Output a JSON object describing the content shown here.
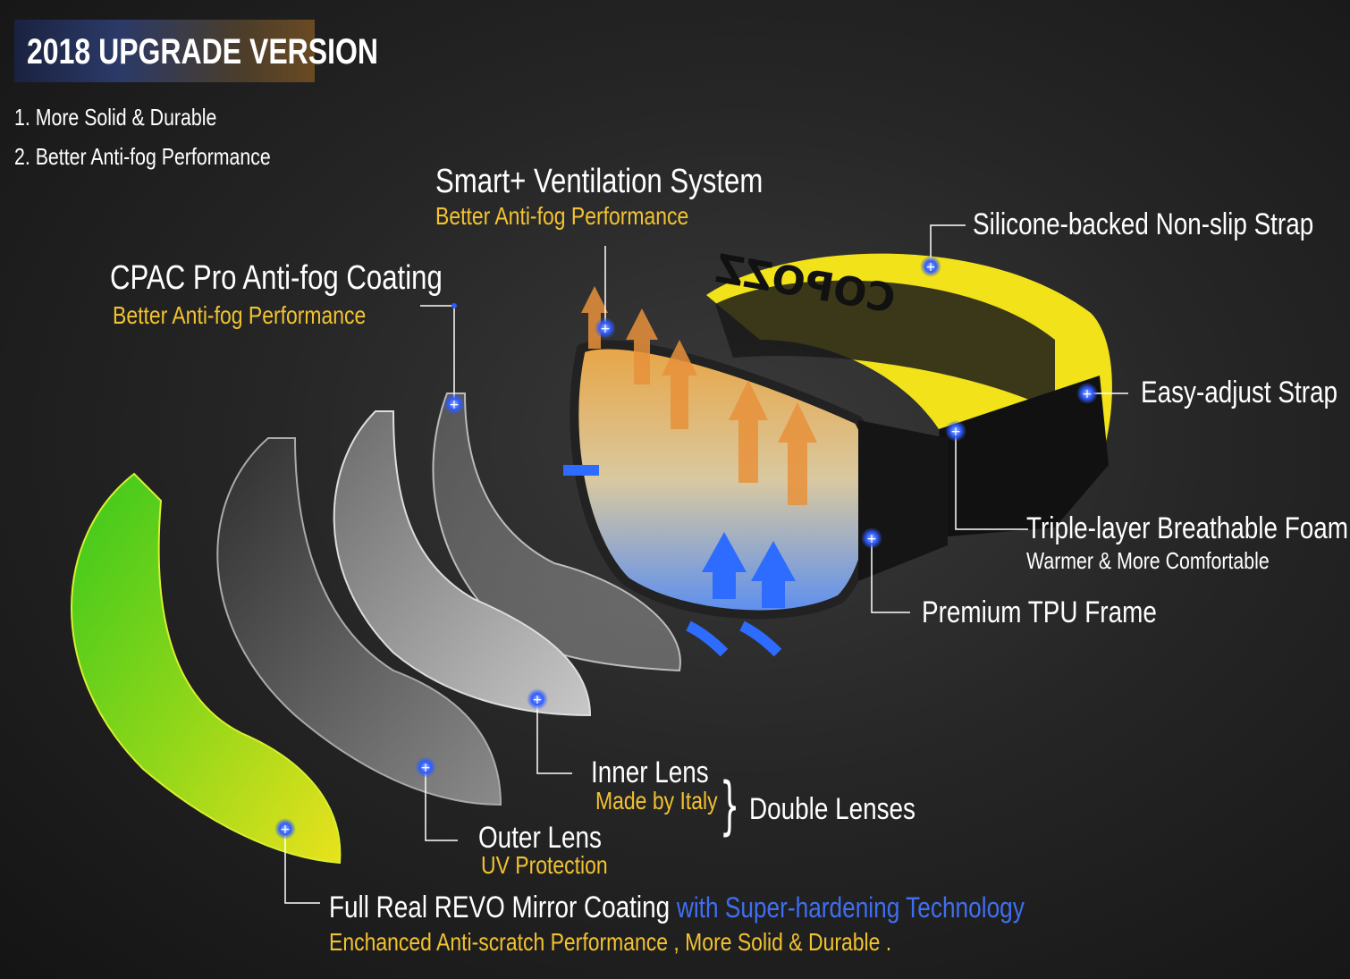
{
  "badge": {
    "title": "2018 UPGRADE VERSION"
  },
  "upgrades": [
    "1. More Solid & Durable",
    "2. Better Anti-fog Performance"
  ],
  "callouts": {
    "ventilation": {
      "title": "Smart+ Ventilation System",
      "sub": "Better Anti-fog Performance"
    },
    "cpac": {
      "title": "CPAC Pro Anti-fog Coating",
      "sub": "Better Anti-fog Performance"
    },
    "strap_silicone": {
      "title": "Silicone-backed Non-slip Strap"
    },
    "strap_adjust": {
      "title": "Easy-adjust Strap"
    },
    "foam": {
      "title": "Triple-layer Breathable Foam",
      "sub": "Warmer & More Comfortable"
    },
    "frame": {
      "title": "Premium TPU Frame"
    },
    "inner_lens": {
      "title": "Inner Lens",
      "sub": "Made by Italy"
    },
    "double_lenses": {
      "title": "Double Lenses"
    },
    "outer_lens": {
      "title": "Outer Lens",
      "sub": "UV Protection"
    },
    "revo": {
      "title": "Full Real REVO Mirror Coating",
      "title_highlight": "with Super-hardening Technology",
      "sub": "Enchanced Anti-scratch Performance , More Solid & Durable ."
    }
  },
  "strap_brand": "COPOZZ",
  "colors": {
    "accent_yellow": "#f2c230",
    "accent_blue": "#3f6ff0",
    "strap_yellow": "#f2e21a",
    "lens_green": "#3fd22a",
    "marker_blue": "#2f5bff"
  },
  "icons": [
    "plus-marker-icon",
    "airflow-arrow-icon"
  ]
}
